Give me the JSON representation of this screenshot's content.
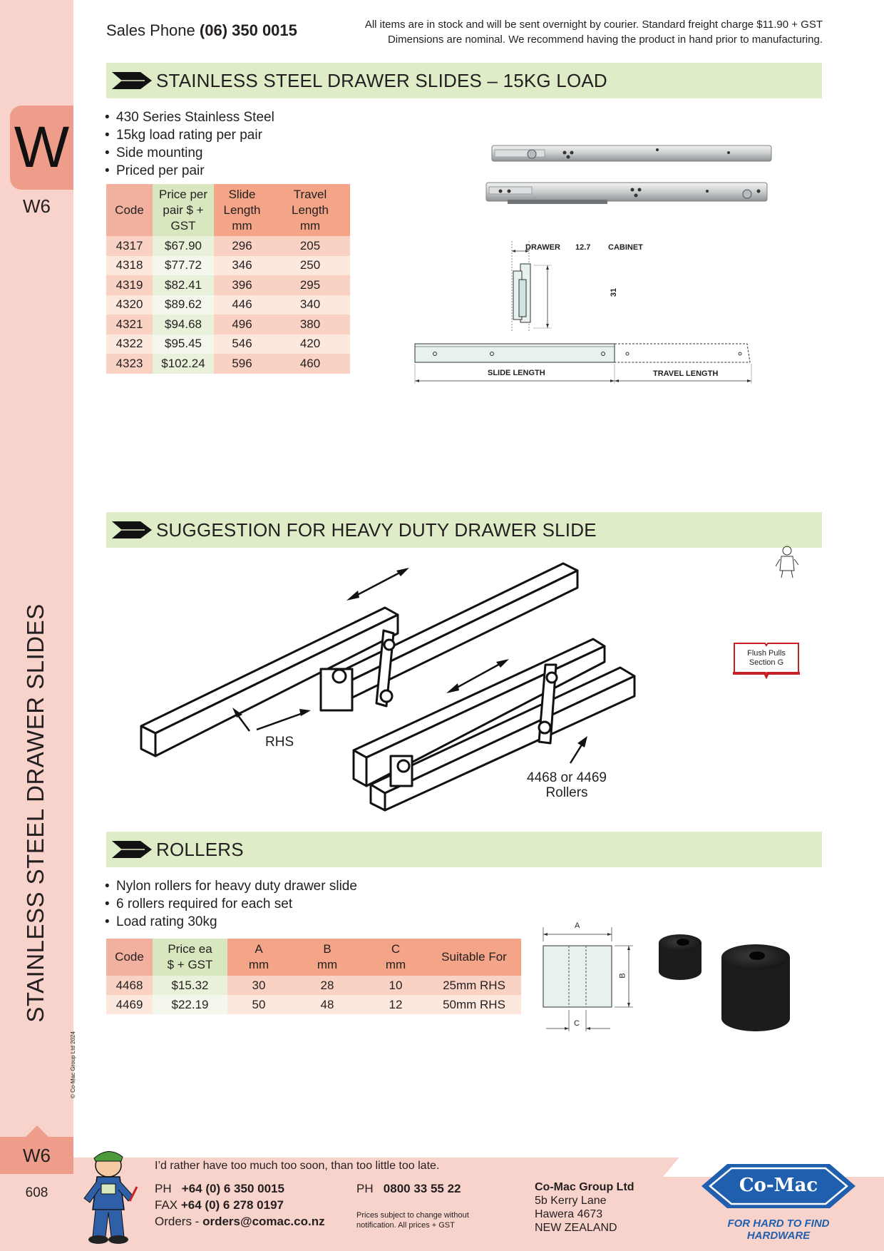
{
  "header": {
    "sales_label": "Sales Phone",
    "sales_phone": "(06) 350 0015",
    "note_line1": "All items are in stock and will be sent overnight by courier. Standard freight charge $11.90 + GST",
    "note_line2": "Dimensions are nominal. We recommend having the product in hand prior to manufacturing."
  },
  "sidebar": {
    "letter": "W",
    "section_code": "W6",
    "title": "STAINLESS STEEL DRAWER SLIDES",
    "page_number": "608",
    "copyright": "© Co-Mac Group Ltd 2024"
  },
  "section1": {
    "title": "STAINLESS STEEL DRAWER SLIDES – 15KG LOAD",
    "bullets": [
      "430 Series Stainless Steel",
      "15kg load rating per pair",
      "Side mounting",
      "Priced per pair"
    ],
    "table": {
      "headers": [
        "Code",
        "Price per pair $ + GST",
        "Slide Length mm",
        "Travel Length mm"
      ],
      "rows": [
        [
          "4317",
          "$67.90",
          "296",
          "205"
        ],
        [
          "4318",
          "$77.72",
          "346",
          "250"
        ],
        [
          "4319",
          "$82.41",
          "396",
          "295"
        ],
        [
          "4320",
          "$89.62",
          "446",
          "340"
        ],
        [
          "4321",
          "$94.68",
          "496",
          "380"
        ],
        [
          "4322",
          "$95.45",
          "546",
          "420"
        ],
        [
          "4323",
          "$102.24",
          "596",
          "460"
        ]
      ]
    },
    "diagram": {
      "drawer": "DRAWER",
      "dim_width": "12.7",
      "cabinet": "CABINET",
      "dim_height": "31",
      "slide_length": "SLIDE LENGTH",
      "travel_length": "TRAVEL LENGTH"
    }
  },
  "section2": {
    "title": "SUGGESTION FOR HEAVY DUTY DRAWER SLIDE",
    "rhs_label": "RHS",
    "rollers_label_1": "4468 or 4469",
    "rollers_label_2": "Rollers",
    "flush_line1": "Flush Pulls",
    "flush_line2": "Section G"
  },
  "section3": {
    "title": "ROLLERS",
    "bullets": [
      "Nylon rollers for heavy duty drawer slide",
      "6 rollers required for each set",
      "Load rating 30kg"
    ],
    "table": {
      "headers": [
        "Code",
        "Price ea $ + GST",
        "A mm",
        "B mm",
        "C mm",
        "Suitable For"
      ],
      "rows": [
        [
          "4468",
          "$15.32",
          "30",
          "28",
          "10",
          "25mm RHS"
        ],
        [
          "4469",
          "$22.19",
          "50",
          "48",
          "12",
          "50mm RHS"
        ]
      ]
    },
    "dim_a": "A",
    "dim_b": "B",
    "dim_c": "C"
  },
  "footer": {
    "quote": "I’d rather have too much too soon, than too little too late.",
    "ph_label": "PH",
    "ph": "+64 (0) 6 350 0015",
    "fax_label": "FAX",
    "fax": "+64 (0) 6 278 0197",
    "orders_label": "Orders -",
    "orders": "orders@comac.co.nz",
    "ph2_label": "PH",
    "ph2": "0800 33 55 22",
    "disclaimer_1": "Prices subject to change without",
    "disclaimer_2": "notification. All prices + GST",
    "company": "Co-Mac Group Ltd",
    "address_1": "5b Kerry Lane",
    "address_2": "Hawera 4673",
    "address_3": "NEW ZEALAND",
    "logo_text": "Co-Mac",
    "tagline": "FOR HARD TO FIND HARDWARE"
  },
  "colors": {
    "rail": "#f8d3cb",
    "tab": "#ef9d8b",
    "section_bar": "#deecc8",
    "logo_blue": "#1f5fae"
  }
}
